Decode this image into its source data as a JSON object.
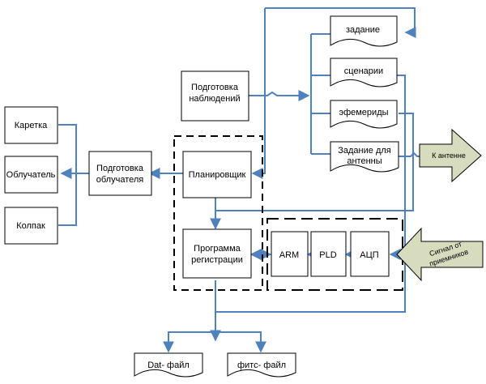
{
  "colors": {
    "background": "#ffffff",
    "box_fill": "#ffffff",
    "box_stroke": "#000000",
    "connector": "#4f81bd",
    "arrow_fill": "#d8dcbf",
    "text": "#000000"
  },
  "left_boxes": {
    "karetka": "Каретка",
    "obluchatel": "Облучатель",
    "kolpak": "Колпак"
  },
  "center": {
    "podgotovka_obluchatelya": [
      "Подготовка",
      "облучателя"
    ],
    "podgotovka_nablyudeniy": [
      "Подготовка",
      "наблюдений"
    ],
    "planirovshchik": "Планировщик",
    "programma_registratsii": [
      "Программа",
      "регистрации"
    ]
  },
  "pipeline": {
    "arm": "ARM",
    "pld": "PLD",
    "adc": "АЦП"
  },
  "documents": {
    "zadanie": "задание",
    "stsenarii": "сценарии",
    "efemeridy": "эфемериды",
    "zadanie_antenny": [
      "Задание для",
      "антенны"
    ],
    "dat_fail": "Dat- файл",
    "fits_fail": "фитс- файл"
  },
  "external_arrows": {
    "antenna": "К антенне",
    "signal": [
      "Сигнал от",
      "приемников"
    ]
  }
}
